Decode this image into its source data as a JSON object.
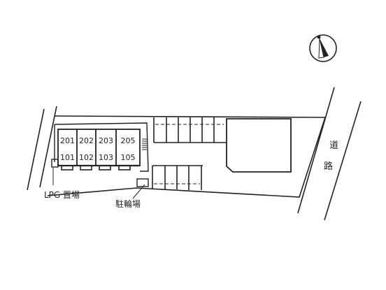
{
  "units": {
    "upper": [
      "201",
      "202",
      "203",
      "205"
    ],
    "lower": [
      "101",
      "102",
      "103",
      "105"
    ]
  },
  "labels": {
    "lpg": "LPG 置場",
    "bike": "駐輪場",
    "road_1": "道",
    "road_2": "路"
  },
  "compass": {
    "icon": "north-arrow-icon",
    "heading": "north-northwest"
  },
  "colors": {
    "line": "#222222",
    "background": "#ffffff"
  }
}
